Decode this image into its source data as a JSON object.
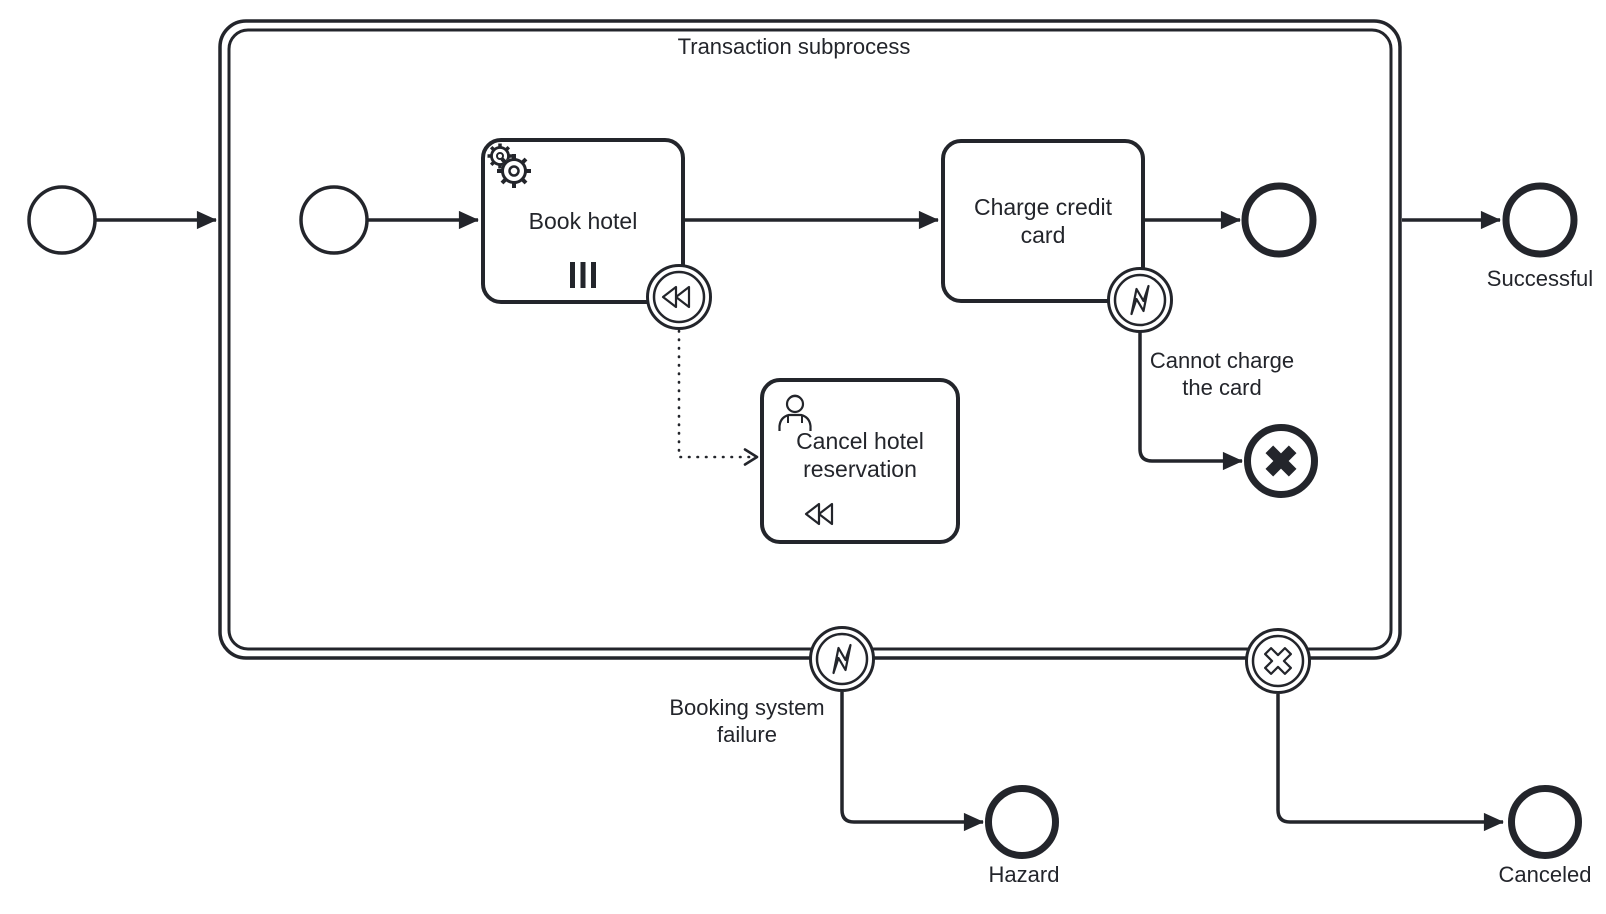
{
  "colors": {
    "ink": "#23252b",
    "background": "#ffffff"
  },
  "subprocess": {
    "title": "Transaction subprocess"
  },
  "tasks": {
    "book_hotel": {
      "label": "Book hotel",
      "icon": "gear-icon",
      "marker": "parallel-multi-instance-icon"
    },
    "charge_card": {
      "label": "Charge credit card"
    },
    "cancel_hotel": {
      "label": "Cancel hotel reservation",
      "icon": "user-icon",
      "marker": "compensation-icon"
    }
  },
  "events": {
    "cannot_charge": {
      "label": "Cannot charge the card",
      "icon": "x-cross-icon"
    },
    "booking_failure": {
      "label": "Booking system failure",
      "icon": "error-lightning-icon"
    },
    "cancel_boundary": {
      "label": "",
      "icon": "x-cross-icon"
    },
    "compensation_boundary": {
      "label": "",
      "icon": "rewind-icon"
    },
    "successful": {
      "label": "Successful"
    },
    "hazard": {
      "label": "Hazard"
    },
    "canceled": {
      "label": "Canceled"
    }
  }
}
